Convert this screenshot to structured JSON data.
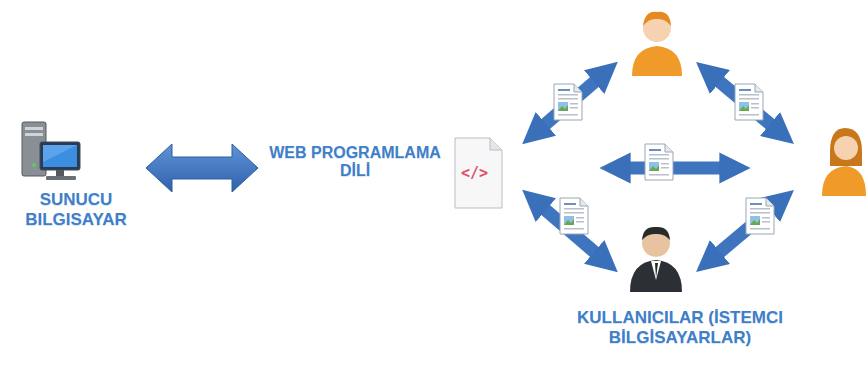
{
  "diagram": {
    "nodes": [
      {
        "text": [
          "SUNUCU BILGISAYAR"
        ]
      },
      {
        "text": [
          "WEB PROGRAMLAMA DİLİ"
        ]
      },
      {
        "text": [
          "KULLANICILAR (İSTEMCI BİLGİSAYARLAR)"
        ]
      }
    ],
    "edges": [
      {
        "from": 0,
        "to": 1,
        "arrow": "both"
      }
    ],
    "labels": [
      "</>"
    ]
  }
}
